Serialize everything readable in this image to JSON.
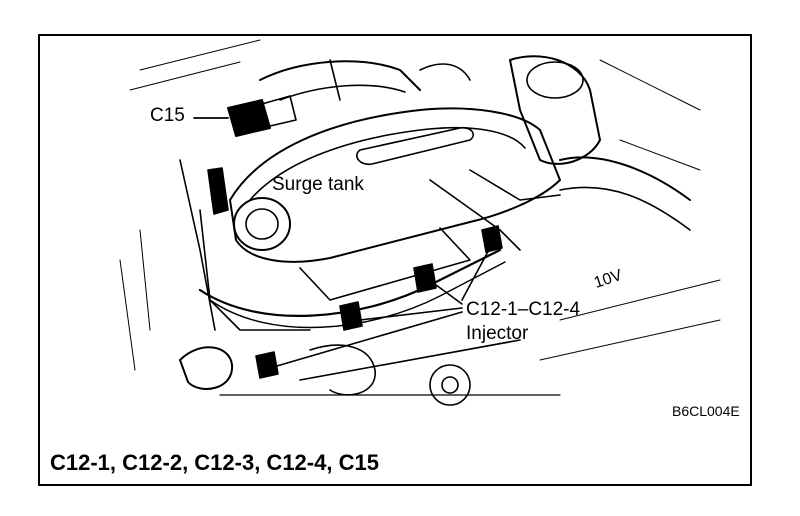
{
  "labels": {
    "c15": "C15",
    "surge_tank": "Surge tank",
    "c12_range": "C12-1–C12-4",
    "injector": "Injector",
    "figure_code": "B6CL004E",
    "engine_marking": "10V"
  },
  "caption": "C12-1, C12-2, C12-3, C12-4, C15",
  "colors": {
    "ink": "#000000",
    "paper": "#ffffff"
  }
}
